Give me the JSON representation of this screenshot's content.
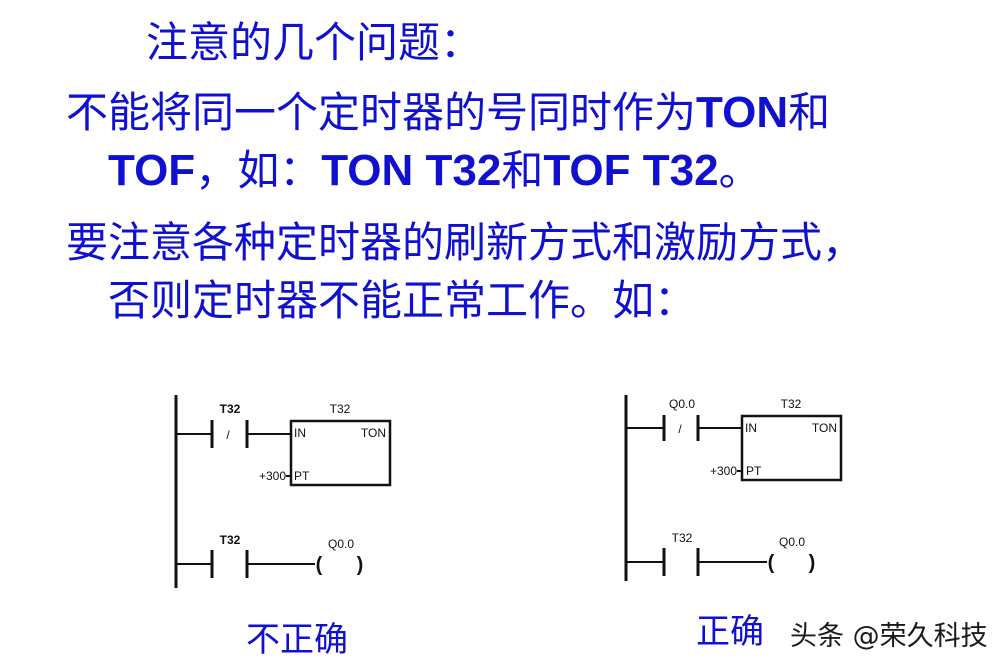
{
  "slide": {
    "title": "注意的几个问题：",
    "point1": {
      "line1_prefix": "不能将同一个定时器的号同时作为",
      "line1_ton": "TON",
      "line1_suffix": "和",
      "line2_tof": "TOF",
      "line2_mid": "，如：",
      "line2_ton_t32": "TON T32",
      "line2_and": "和",
      "line2_tof_t32": "TOF T32",
      "line2_end": "。"
    },
    "point2": {
      "line1": "要注意各种定时器的刷新方式和激励方式，",
      "line2": "否则定时器不能正常工作。如："
    },
    "text_color": "#1010d0"
  },
  "diagrams": {
    "wrong": {
      "caption": "不正确",
      "rung1": {
        "contact_label": "T32",
        "contact_type": "normally-closed",
        "contact_glyph": "/",
        "box_title": "T32",
        "box_in": "IN",
        "box_type": "TON",
        "box_pt": "PT",
        "preset": "+300"
      },
      "rung2": {
        "contact_label": "T32",
        "contact_type": "normally-open",
        "coil_label": "Q0.0",
        "coil_left": "(",
        "coil_right": ")"
      }
    },
    "right": {
      "caption": "正确",
      "rung1": {
        "contact_label": "Q0.0",
        "contact_type": "normally-closed",
        "contact_glyph": "/",
        "box_title": "T32",
        "box_in": "IN",
        "box_type": "TON",
        "box_pt": "PT",
        "preset": "+300"
      },
      "rung2": {
        "contact_label": "T32",
        "contact_type": "normally-open",
        "coil_label": "Q0.0",
        "coil_left": "(",
        "coil_right": ")"
      }
    }
  },
  "watermark": "头条 @荣久科技"
}
